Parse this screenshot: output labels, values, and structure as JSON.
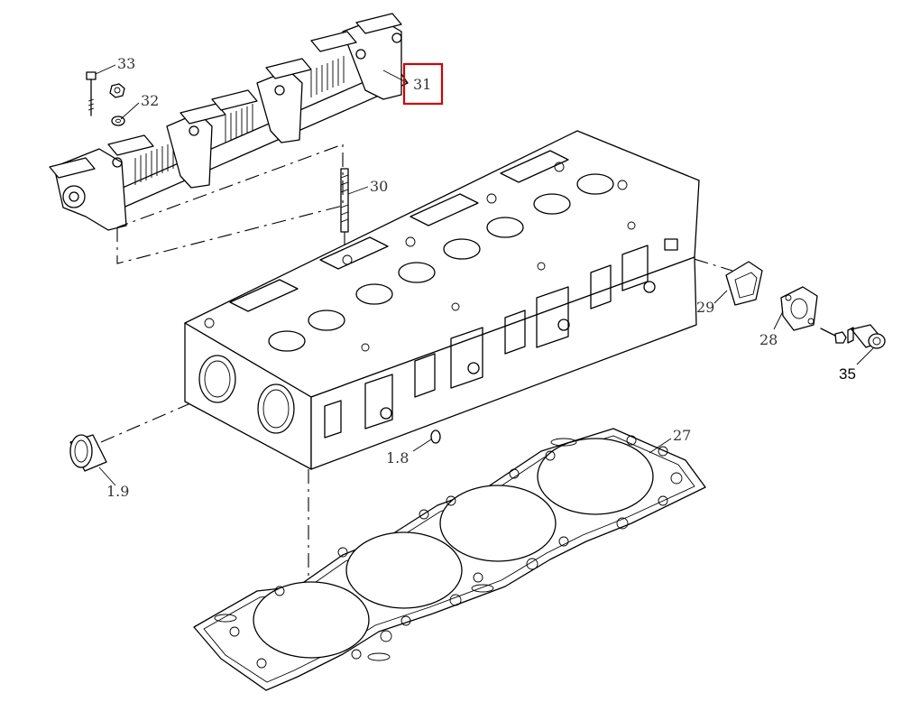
{
  "diagram": {
    "labels": {
      "p33": "33",
      "p32": "32",
      "p31": "31",
      "p30": "30",
      "p29": "29",
      "p28": "28",
      "p35": "35",
      "p27": "27",
      "p18": "1.8",
      "p19": "1.9"
    },
    "highlight_color": "#d40000"
  }
}
